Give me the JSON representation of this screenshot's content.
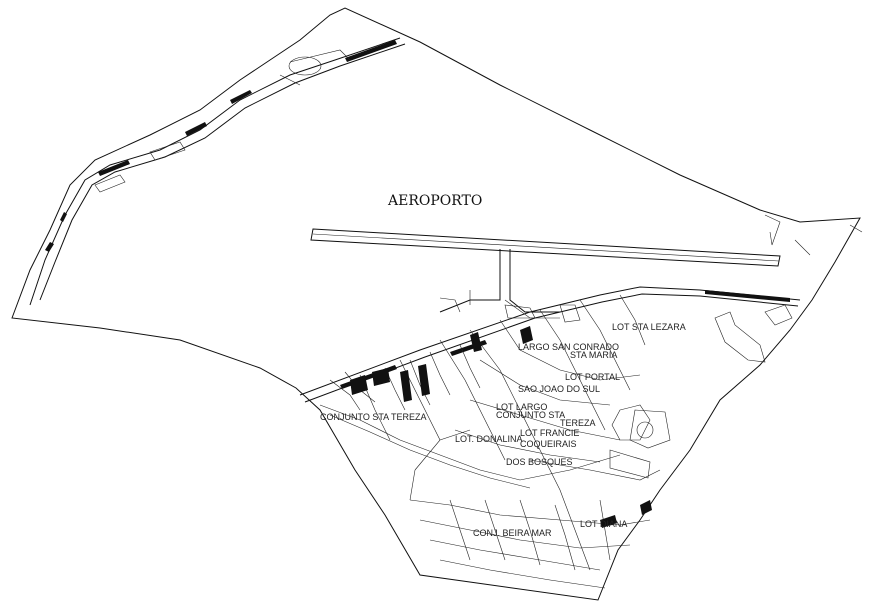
{
  "map": {
    "title": "AEROPORTO",
    "neighborhood_labels": [
      "LOT STA LEZARA",
      "LARGO SAN CONRADO",
      "STA MARIA",
      "LOT PORTAL",
      "SAO JOAO DO SUL",
      "CONJUNTO STA TEREZA",
      "LOT LARGO",
      "CONJUNTO STA",
      "TEREZA",
      "LOT FRANCIE",
      "COQUEIRAIS",
      "DOS BOSQUES",
      "CONJ. BEIRA MAR",
      "LOT DIANA",
      "LOT. DONALINA"
    ],
    "colors": {
      "line": "#111111",
      "background": "#ffffff"
    }
  }
}
